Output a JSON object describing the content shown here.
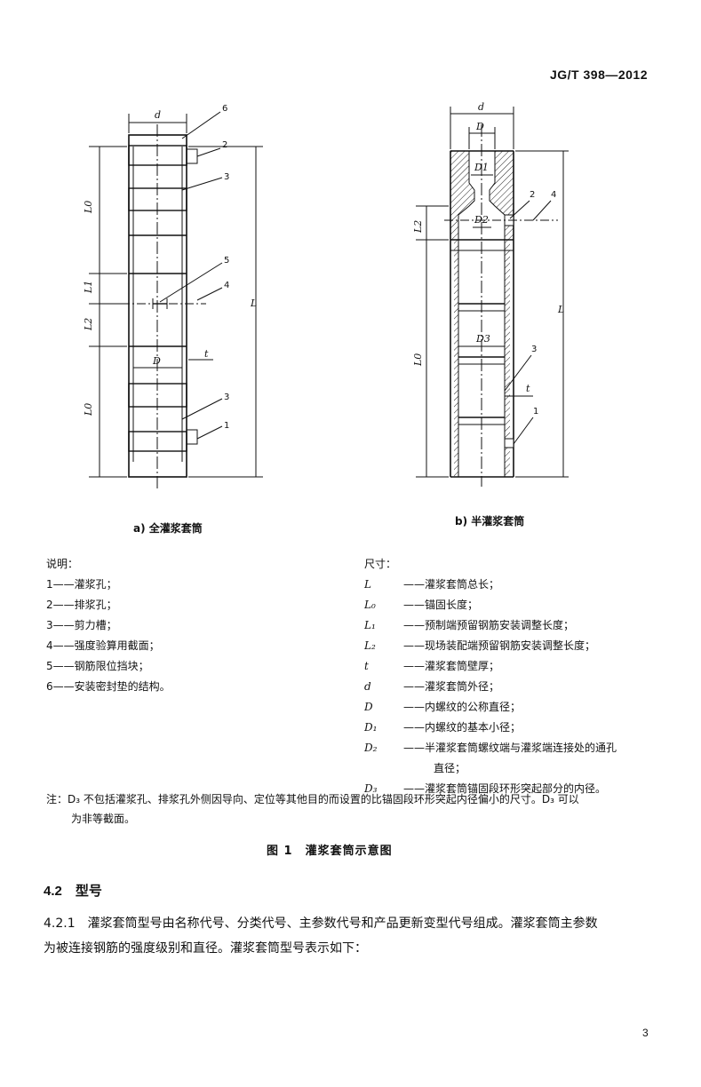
{
  "header": {
    "standard_code": "JG/T 398—2012"
  },
  "figure": {
    "left_caption": "a) 全灌浆套筒",
    "right_caption": "b) 半灌浆套筒",
    "left_labels": {
      "d": "d",
      "D": "D",
      "L0_top": "L0",
      "L1": "L1",
      "L2": "L2",
      "L0_bottom": "L0",
      "L": "L",
      "t": "t",
      "n6": "6",
      "n2": "2",
      "n3a": "3",
      "n5": "5",
      "n4": "4",
      "n3b": "3",
      "n1": "1"
    },
    "right_labels": {
      "d": "d",
      "D": "D",
      "D1": "D1",
      "D2": "D2",
      "D3": "D3",
      "L2": "L2",
      "L0": "L0",
      "L": "L",
      "t": "t",
      "n2": "2",
      "n4": "4",
      "n3": "3",
      "n1": "1"
    },
    "legend_title": "说明：",
    "legend_items": [
      "1——灌浆孔；",
      "2——排浆孔；",
      "3——剪力槽；",
      "4——强度验算用截面；",
      "5——钢筋限位挡块；",
      "6——安装密封垫的结构。"
    ],
    "dims_title": "尺寸：",
    "dims": [
      {
        "sym": "L",
        "text": "——灌浆套筒总长；"
      },
      {
        "sym": "L₀",
        "text": "——锚固长度；"
      },
      {
        "sym": "L₁",
        "text": "——预制端预留钢筋安装调整长度；"
      },
      {
        "sym": "L₂",
        "text": "——现场装配端预留钢筋安装调整长度；"
      },
      {
        "sym": "t",
        "text": "——灌浆套筒壁厚；"
      },
      {
        "sym": "d",
        "text": "——灌浆套筒外径；"
      },
      {
        "sym": "D",
        "text": "——内螺纹的公称直径；"
      },
      {
        "sym": "D₁",
        "text": "——内螺纹的基本小径；"
      },
      {
        "sym": "D₂",
        "text": "——半灌浆套筒螺纹端与灌浆端连接处的通孔"
      },
      {
        "sym": "",
        "text": "直径；"
      },
      {
        "sym": "D₃",
        "text": "——灌浆套筒锚固段环形突起部分的内径。"
      }
    ],
    "note_line1": "注：D₃ 不包括灌浆孔、排浆孔外侧因导向、定位等其他目的而设置的比锚固段环形突起内径偏小的尺寸。D₃ 可以",
    "note_line2": "为非等截面。",
    "title": "图 1　灌浆套筒示意图"
  },
  "section": {
    "heading": "4.2　型号",
    "para_line1": "4.2.1　灌浆套筒型号由名称代号、分类代号、主参数代号和产品更新变型代号组成。灌浆套筒主参数",
    "para_line2": "为被连接钢筋的强度级别和直径。灌浆套筒型号表示如下："
  },
  "page_number": "3"
}
